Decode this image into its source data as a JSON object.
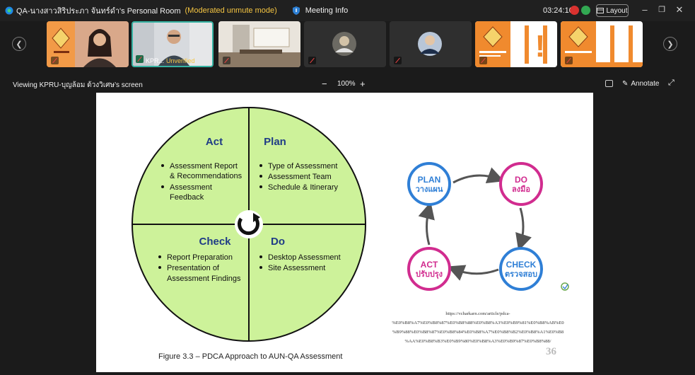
{
  "titlebar": {
    "room_title": "QA-นางสาวสิริประภา จันทร์ดำ's Personal Room",
    "moderated": "(Moderated unmute mode)",
    "meeting_info": "Meeting Info",
    "timer": "03:24:10",
    "layout_label": "Layout"
  },
  "participants": [
    {
      "name": "",
      "kind": "poster"
    },
    {
      "name": "KPR...",
      "unverified": "Unverified",
      "kind": "person",
      "active": true
    },
    {
      "name": "",
      "kind": "room"
    },
    {
      "name": "",
      "kind": "avatar"
    },
    {
      "name": "",
      "kind": "avatar"
    },
    {
      "name": "",
      "kind": "poster"
    },
    {
      "name": "",
      "kind": "poster"
    }
  ],
  "viewing": {
    "label": "Viewing KPRU-บุญล้อม ด้วงวิเศษ's screen",
    "zoom": "100%",
    "annotate": "Annotate"
  },
  "slide": {
    "quadrants": [
      {
        "title": "Act",
        "items": [
          "Assessment Report",
          "& Recommendations",
          "Assessment",
          "Feedback"
        ]
      },
      {
        "title": "Plan",
        "items": [
          "Type of Assessment",
          "Assessment Team",
          "Schedule & Itinerary"
        ]
      },
      {
        "title": "Check",
        "items": [
          "Report Preparation",
          "Presentation of",
          "Assessment Findings"
        ]
      },
      {
        "title": "Do",
        "items": [
          "Desktop Assessment",
          "Site Assessment"
        ]
      }
    ],
    "cycle": [
      {
        "title": "PLAN",
        "sub": "วางแผน",
        "color": "#2f7fd6"
      },
      {
        "title": "DO",
        "sub": "ลงมือ",
        "color": "#d12c8f"
      },
      {
        "title": "CHECK",
        "sub": "ตรวจสอบ",
        "color": "#2f7fd6"
      },
      {
        "title": "ACT",
        "sub": "ปรับปรุง",
        "color": "#d12c8f"
      }
    ],
    "url_lines": [
      "https://vcharkarn.com/article/pdca-",
      "%E0%B8%A7%E0%B8%87%E0%B8%88%E0%B8%A3%E0%B9%81%E0%B8%AB%E0",
      "%B9%88%E0%B8%87%E0%B8%84%E0%B8%A7%E0%B8%B2%E0%B8%A1%E0%B8",
      "%AA%E0%B8%B3%E0%B9%80%E0%B8%A3%E0%B9%87%E0%B8%88/"
    ],
    "caption": "Figure 3.3 – PDCA Approach to AUN-QA Assessment",
    "page_number": "36"
  },
  "colors": {
    "circle_fill": "#cdf29a",
    "accent": "#36b3a3"
  }
}
